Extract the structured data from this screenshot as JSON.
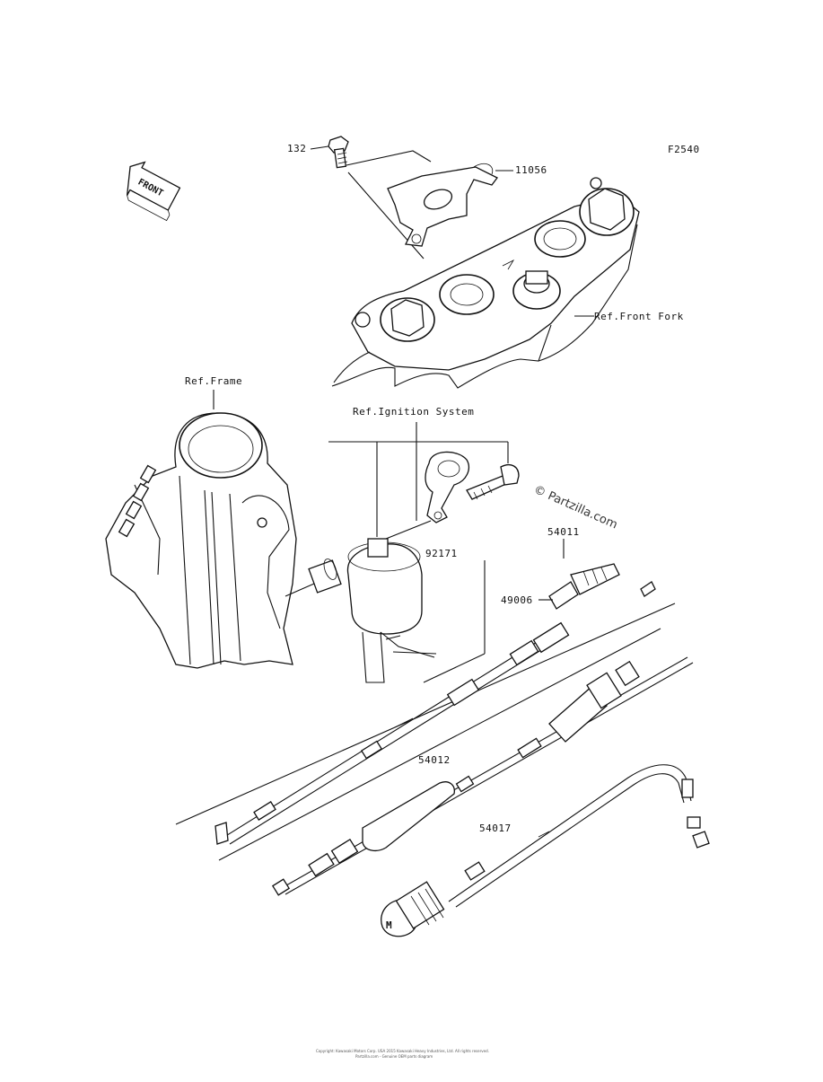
{
  "figure_code": "F2540",
  "front_arrow_label": "FRONT",
  "watermark": "© Partzilla.com",
  "references": {
    "frame": "Ref.Frame",
    "front_fork": "Ref.Front Fork",
    "ignition_system": "Ref.Ignition System"
  },
  "parts": [
    {
      "number": "132"
    },
    {
      "number": "11056"
    },
    {
      "number": "92171"
    },
    {
      "number": "54011"
    },
    {
      "number": "49006"
    },
    {
      "number": "54012"
    },
    {
      "number": "54017"
    }
  ],
  "footer": {
    "line1": "Copyright: Kawasaki Motors Corp. USA 2015 Kawasaki Heavy Industries, Ltd. All rights reserved.",
    "line2": "Partzilla.com - Genuine OEM parts diagram"
  }
}
